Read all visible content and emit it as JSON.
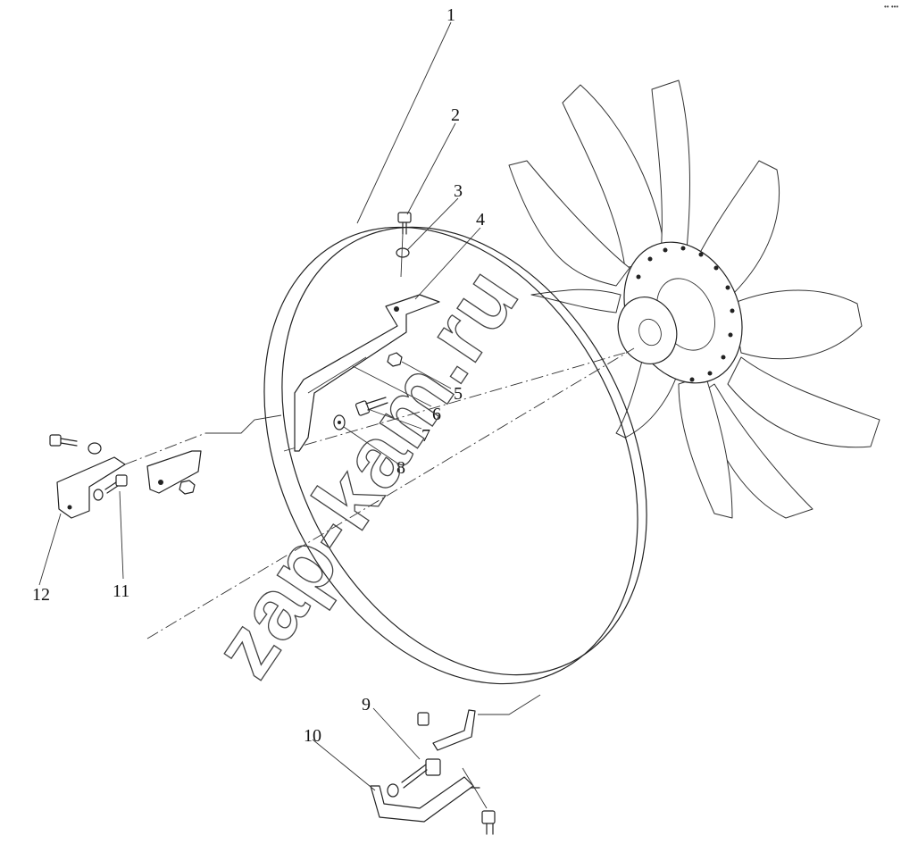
{
  "diagram": {
    "watermark": "zap-kam.ru",
    "corner_mark": "•• •••",
    "callouts": [
      {
        "id": "1",
        "label": "1"
      },
      {
        "id": "2",
        "label": "2"
      },
      {
        "id": "3",
        "label": "3"
      },
      {
        "id": "4",
        "label": "4"
      },
      {
        "id": "5",
        "label": "5"
      },
      {
        "id": "6",
        "label": "6"
      },
      {
        "id": "7",
        "label": "7"
      },
      {
        "id": "8",
        "label": "8"
      },
      {
        "id": "9",
        "label": "9"
      },
      {
        "id": "10",
        "label": "10"
      },
      {
        "id": "11",
        "label": "11"
      },
      {
        "id": "12",
        "label": "12"
      }
    ]
  }
}
